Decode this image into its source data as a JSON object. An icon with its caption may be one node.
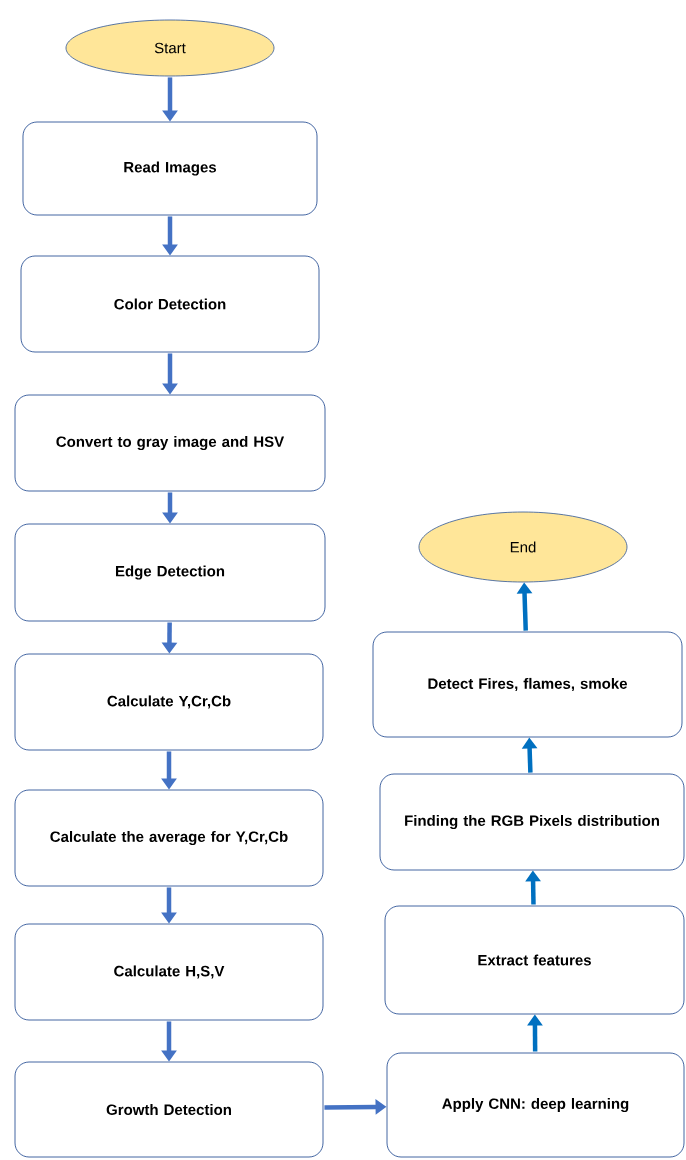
{
  "diagram": {
    "nodes": [
      {
        "text": [
          "Start"
        ]
      },
      {
        "text": [
          "Read Images"
        ]
      },
      {
        "text": [
          "Color Detection"
        ]
      },
      {
        "text": [
          "Convert to gray image and HSV"
        ]
      },
      {
        "text": [
          "Edge Detection"
        ]
      },
      {
        "text": [
          "Calculate Y,Cr,Cb"
        ]
      },
      {
        "text": [
          "Calculate the average for Y,Cr,Cb"
        ]
      },
      {
        "text": [
          "Calculate H,S,V"
        ]
      },
      {
        "text": [
          "Growth Detection"
        ]
      },
      {
        "text": [
          "Apply CNN: deep learning"
        ]
      },
      {
        "text": [
          "Extract features"
        ]
      },
      {
        "text": [
          "Finding the RGB Pixels distribution"
        ]
      },
      {
        "text": [
          "Detect Fires, flames, smoke"
        ]
      },
      {
        "text": [
          "End"
        ]
      }
    ],
    "edges": [
      {
        "from": 0,
        "to": 1,
        "arrow": "to"
      },
      {
        "from": 1,
        "to": 2,
        "arrow": "to"
      },
      {
        "from": 2,
        "to": 3,
        "arrow": "to"
      },
      {
        "from": 3,
        "to": 4,
        "arrow": "to"
      },
      {
        "from": 4,
        "to": 5,
        "arrow": "to"
      },
      {
        "from": 5,
        "to": 6,
        "arrow": "to"
      },
      {
        "from": 6,
        "to": 7,
        "arrow": "to"
      },
      {
        "from": 7,
        "to": 8,
        "arrow": "to"
      },
      {
        "from": 8,
        "to": 9,
        "arrow": "to"
      },
      {
        "from": 9,
        "to": 10,
        "arrow": "to",
        "color": "#0070c0"
      },
      {
        "from": 10,
        "to": 11,
        "arrow": "to",
        "color": "#0070c0"
      },
      {
        "from": 11,
        "to": 12,
        "arrow": "to",
        "color": "#0070c0"
      },
      {
        "from": 12,
        "to": 13,
        "arrow": "to",
        "color": "#0070c0"
      }
    ]
  }
}
